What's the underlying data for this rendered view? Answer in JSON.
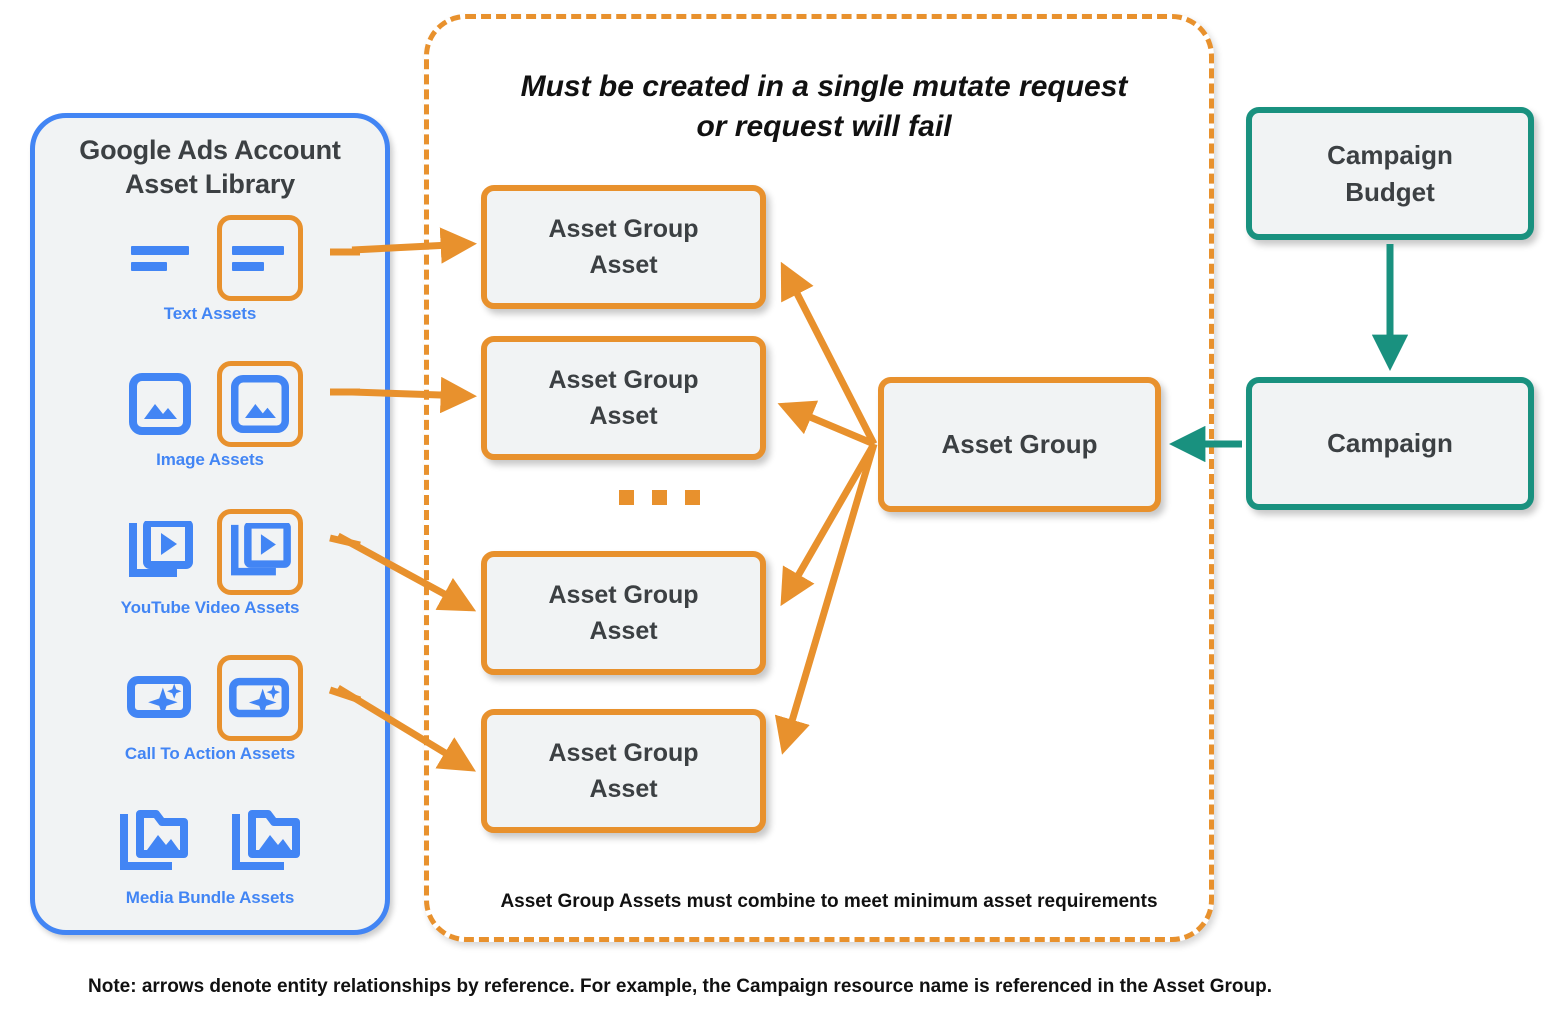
{
  "colors": {
    "orange": "#e8912d",
    "blue": "#4285f4",
    "teal": "#19917f",
    "box_fill": "#f1f3f4",
    "text_dark": "#3c4043",
    "text_black": "#111111"
  },
  "library": {
    "title_line1": "Google Ads Account",
    "title_line2": "Asset Library",
    "assets": [
      {
        "caption": "Text Assets",
        "icon": "text-asset-icon",
        "highlighted_index": 1,
        "count": 2
      },
      {
        "caption": "Image Assets",
        "icon": "image-asset-icon",
        "highlighted_index": 1,
        "count": 2
      },
      {
        "caption": "YouTube Video  Assets",
        "icon": "youtube-video-asset-icon",
        "highlighted_index": 1,
        "count": 2
      },
      {
        "caption": "Call To Action Assets",
        "icon": "call-to-action-asset-icon",
        "highlighted_index": 1,
        "count": 2
      },
      {
        "caption": "Media Bundle  Assets",
        "icon": "media-bundle-asset-icon",
        "highlighted_index": -1,
        "count": 2
      }
    ]
  },
  "mutate_container": {
    "heading_line1": "Must be created in a single mutate request",
    "heading_line2": "or request will fail",
    "footnote": "Asset Group Assets must combine to meet minimum asset requirements",
    "asset_group_assets": [
      {
        "label_line1": "Asset Group",
        "label_line2": "Asset"
      },
      {
        "label_line1": "Asset Group",
        "label_line2": "Asset"
      },
      {
        "label_line1": "Asset Group",
        "label_line2": "Asset"
      },
      {
        "label_line1": "Asset Group",
        "label_line2": "Asset"
      }
    ],
    "ellipsis": "..."
  },
  "nodes": {
    "asset_group": "Asset Group",
    "campaign_budget_line1": "Campaign",
    "campaign_budget_line2": "Budget",
    "campaign": "Campaign"
  },
  "note": "Note: arrows denote entity relationships by reference. For example, the Campaign resource name is referenced in the Asset Group."
}
